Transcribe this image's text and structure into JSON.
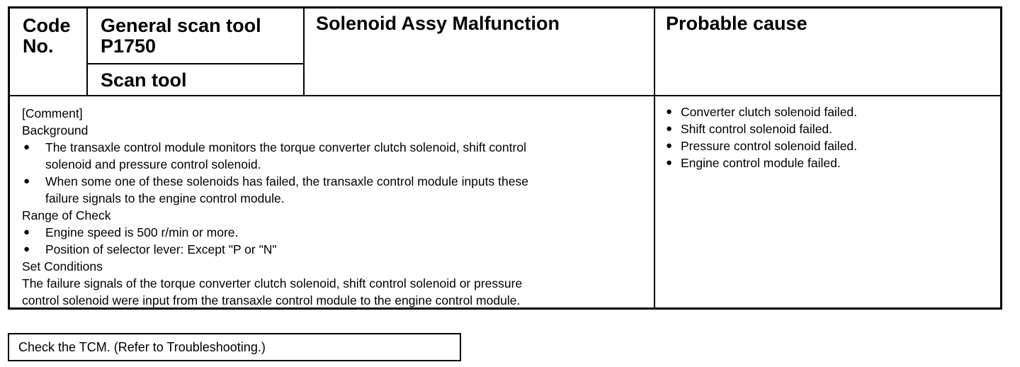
{
  "header": {
    "code_no": [
      "Code",
      "No."
    ],
    "general_scan_tool": [
      "General scan tool",
      "P1750"
    ],
    "scan_tool": "Scan tool",
    "title": "Solenoid Assy Malfunction",
    "probable_cause": "Probable cause"
  },
  "comment": {
    "label": "[Comment]",
    "background_heading": "Background",
    "background_items": [
      [
        "The transaxle control module monitors the torque converter clutch solenoid, shift control",
        "solenoid and pressure control solenoid."
      ],
      [
        "When some one of these solenoids has failed, the transaxle control module inputs these",
        "failure signals to the engine control module."
      ]
    ],
    "range_heading": "Range of Check",
    "range_items": [
      "Engine speed is 500 r/min or more.",
      "Position of selector lever: Except \"P or \"N\""
    ],
    "set_heading": "Set Conditions",
    "set_text": [
      "The failure signals of the torque converter clutch solenoid, shift control solenoid or pressure",
      "control solenoid were input from the transaxle control module to the engine control module."
    ]
  },
  "causes": [
    "Converter clutch solenoid failed.",
    "Shift control solenoid failed.",
    "Pressure control solenoid failed.",
    "Engine control module failed."
  ],
  "bullet_symbol": "●",
  "footer": {
    "instruction": "Check the TCM. (Refer to  Troubleshooting.)"
  }
}
